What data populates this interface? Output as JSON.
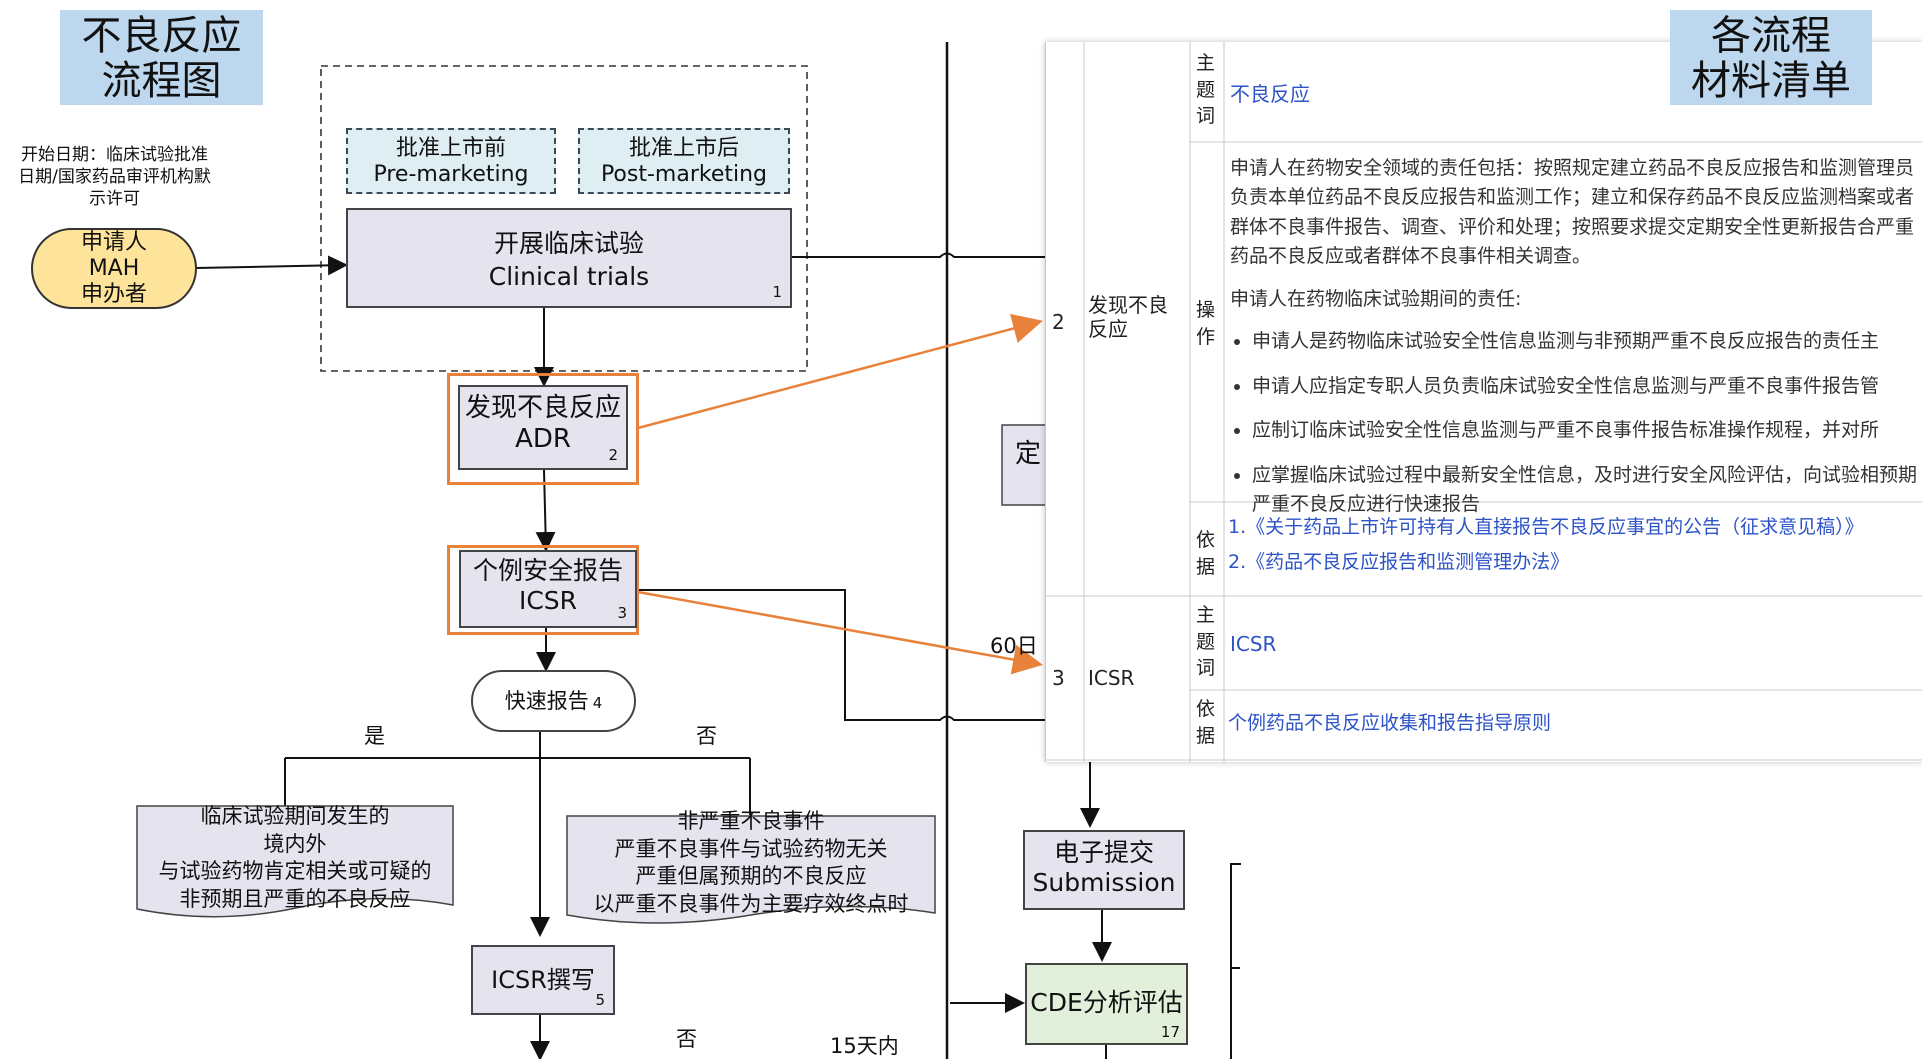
{
  "left_title": {
    "line1": "不良反应",
    "line2": "流程图"
  },
  "right_title": {
    "line1": "各流程",
    "line2": "材料清单"
  },
  "start_note": {
    "line1": "开始日期：临床试验批准",
    "line2": "日期/国家药品审评机构默",
    "line3": "示许可"
  },
  "applicant": {
    "line1": "申请人",
    "line2": "MAH",
    "line3": "申办者"
  },
  "phases": {
    "pre": {
      "cn": "批准上市前",
      "en": "Pre-marketing"
    },
    "post": {
      "cn": "批准上市后",
      "en": "Post-marketing"
    }
  },
  "nodes": {
    "clinical": {
      "cn": "开展临床试验",
      "en": "Clinical trials",
      "num": "1"
    },
    "adr": {
      "cn": "发现不良反应",
      "en": "ADR",
      "num": "2"
    },
    "icsr": {
      "cn": "个例安全报告",
      "en": "ICSR",
      "num": "3"
    },
    "rapid": {
      "label": "快速报告",
      "num": "4"
    },
    "icsr_write": {
      "label": "ICSR撰写",
      "num": "5"
    },
    "submission": {
      "cn": "电子提交",
      "en": "Submission"
    },
    "cde": {
      "label": "CDE分析评估",
      "num": "17"
    },
    "partial": "定"
  },
  "branches": {
    "yes": "是",
    "no": "否",
    "no2": "否",
    "days15": "15天内",
    "days60": "60日"
  },
  "doc_yes": {
    "line1": "临床试验期间发生的",
    "line2": "境内外",
    "line3": "与试验药物肯定相关或可疑的",
    "line4": "非预期且严重的不良反应"
  },
  "doc_no": {
    "line1": "非严重不良事件",
    "line2": "严重不良事件与试验药物无关",
    "line3": "严重但属预期的不良反应",
    "line4": "以严重不良事件为主要疗效终点时"
  },
  "table": {
    "row2": {
      "num": "2",
      "name": "发现不良反应",
      "topic_label": "主题词",
      "topic": "不良反应",
      "op_label": "操作",
      "ops_para": "申请人在药物安全领域的责任包括：按照规定建立药品不良反应报告和监测管理员负责本单位药品不良反应报告和监测工作；建立和保存药品不良反应监测档案或者群体不良事件报告、调查、评价和处理；按照要求提交定期安全性更新报告合严重药品不良反应或者群体不良事件相关调查。",
      "ops_intro": "申请人在药物临床试验期间的责任:",
      "ops_bullets": [
        "申请人是药物临床试验安全性信息监测与非预期严重不良反应报告的责任主",
        "申请人应指定专职人员负责临床试验安全性信息监测与严重不良事件报告管",
        "应制订临床试验安全性信息监测与严重不良事件报告标准操作规程，并对所",
        "应掌握临床试验过程中最新安全性信息，及时进行安全风险评估，向试验相预期严重不良反应进行快速报告"
      ],
      "basis_label": "依据",
      "basis": [
        "1.《关于药品上市许可持有人直接报告不良反应事宜的公告（征求意见稿）》",
        "2.《药品不良反应报告和监测管理办法》"
      ]
    },
    "row3": {
      "num": "3",
      "name": "ICSR",
      "topic_label": "主题词",
      "topic": "ICSR",
      "basis_label": "依据",
      "basis": "个例药品不良反应收集和报告指导原则"
    }
  },
  "colors": {
    "title_bg": "#bdd7ee",
    "node_bg": "#e5e3ee",
    "highlight": "#e8823a",
    "link": "#2d53c8",
    "applicant": "#fde49a",
    "cde": "#e2efda"
  }
}
